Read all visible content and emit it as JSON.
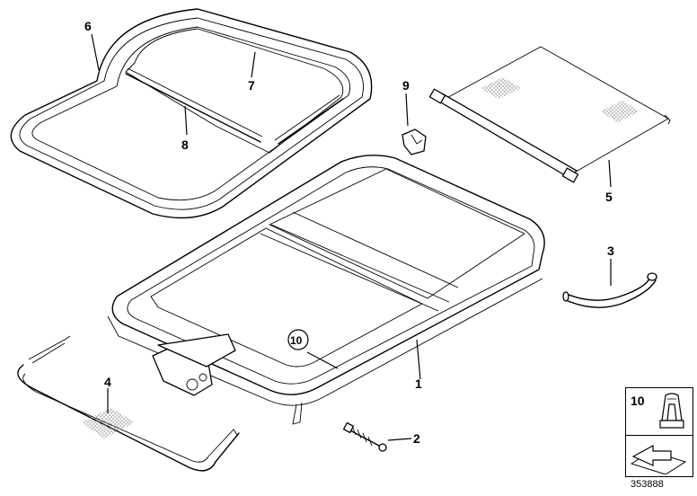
{
  "callouts": {
    "c1": "1",
    "c2": "2",
    "c3": "3",
    "c4": "4",
    "c5": "5",
    "c6": "6",
    "c7": "7",
    "c8": "8",
    "c9": "9",
    "c10": "10"
  },
  "legend": {
    "number": "10"
  },
  "document_number": "353888",
  "icons": {
    "legend_part": "clip-icon",
    "legend_arrow": "arrow-icon"
  }
}
